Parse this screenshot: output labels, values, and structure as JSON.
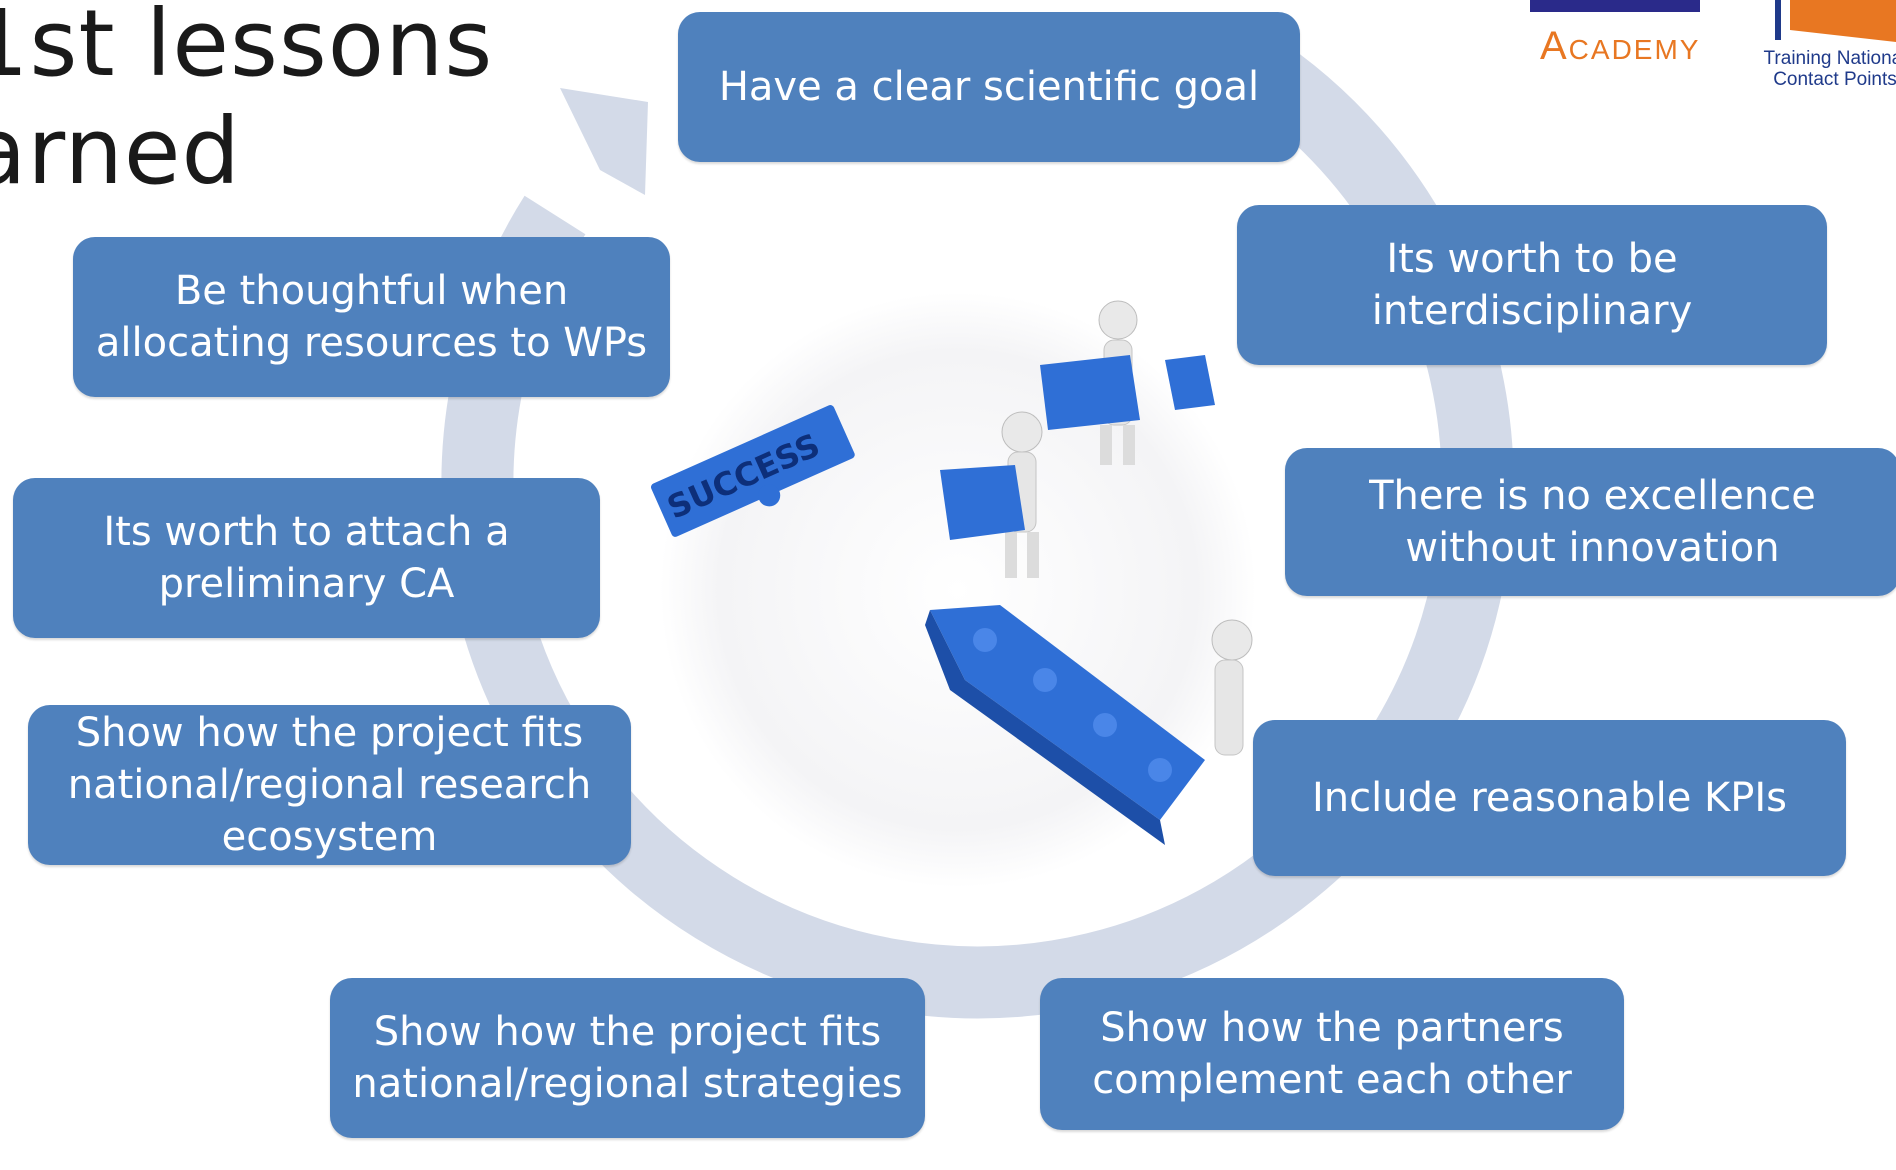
{
  "title": {
    "line1": "1st lessons",
    "line2": "arned"
  },
  "logo": {
    "academy": "Academy",
    "tagline": "Training National\nContact Points",
    "accent_color": "#e87722",
    "brand_color": "#1f3a8a"
  },
  "cycle_color": "#d3dae8",
  "box_color": "#4f81bd",
  "lessons": [
    "Have a clear scientific goal",
    "Its worth to be\ninterdisciplinary",
    "There is no excellence\nwithout innovation",
    "Include reasonable KPIs",
    "Show how the partners\ncomplement each other",
    "Show how the project fits\nnational/regional strategies",
    "Show how the project fits\nnational/regional research\necosystem",
    "Its worth to attach a\npreliminary CA",
    "Be thoughtful when\nallocating resources to WPs"
  ],
  "center_image": {
    "text": "SUCCESS",
    "puzzle_color": "#2f6fd6"
  }
}
